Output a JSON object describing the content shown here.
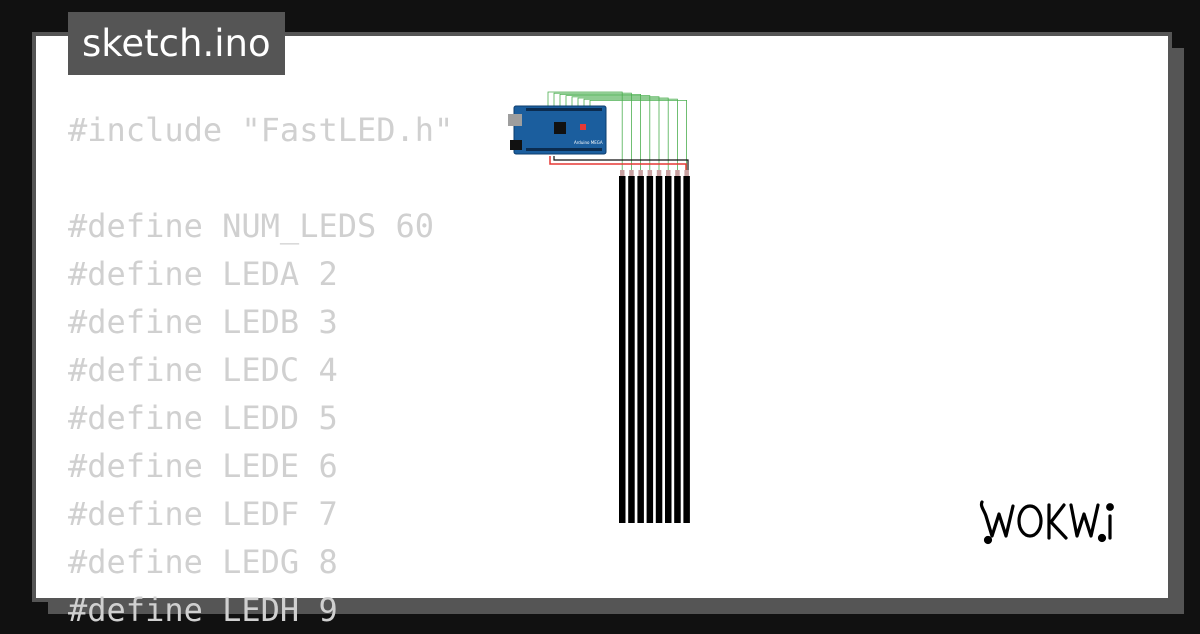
{
  "tab": {
    "filename": "sketch.ino"
  },
  "code": {
    "lines": [
      "#include \"FastLED.h\"",
      "",
      "#define NUM_LEDS 60",
      "#define LEDA 2",
      "#define LEDB 3",
      "#define LEDC 4",
      "#define LEDD 5",
      "#define LEDE 6",
      "#define LEDF 7",
      "#define LEDG 8",
      "#define LEDH 9"
    ]
  },
  "diagram": {
    "board_label": "Arduino MEGA",
    "led_strip_count": 8,
    "colors": {
      "board": "#1b5e9e",
      "wire_signal": "#4caf50",
      "wire_power": "#e53935",
      "wire_ground": "#111111",
      "strip": "#000000"
    }
  },
  "logo": {
    "text": "WOKWi"
  },
  "colors": {
    "background": "#111111",
    "frame": "#555555",
    "card": "#ffffff",
    "code_text": "#d0d0d0",
    "tab_text": "#ffffff"
  }
}
